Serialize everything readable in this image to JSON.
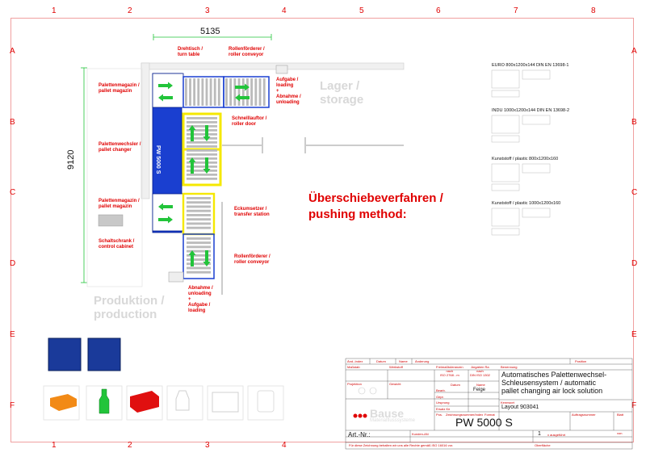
{
  "frame": {
    "columns": [
      "1",
      "2",
      "3",
      "4",
      "5",
      "6",
      "7",
      "8"
    ],
    "rows": [
      "A",
      "B",
      "C",
      "D",
      "E",
      "F"
    ]
  },
  "dimensions": {
    "width": "5135",
    "height": "9120"
  },
  "labels": {
    "turn_table": "Drehtisch /\nturn table",
    "roller_conveyor_top": "Rollenförderer /\nroller conveyor",
    "loading_unloading_top": "Aufgabe /\nloading\n+\nAbnahme /\nunloading",
    "storage": "Lager /\nstorage",
    "pallet_magazin_top": "Palettenmagazin /\npallet magazin",
    "roller_door": "Schnelllauftor /\nroller door",
    "pallet_changer": "Palettenwechsler /\npallet changer",
    "pallet_magazin_bottom": "Palettenmagazin /\npallet magazin",
    "transfer_station": "Eckumsetzer /\ntransfer station",
    "control_cabinet": "Schaltschrank /\ncontrol cabinet",
    "roller_conveyor_bottom": "Rollenförderer /\nroller conveyor",
    "unloading_loading_bottom": "Abnahme /\nunloading\n+\nAufgabe /\nloading",
    "production": "Produktion /\nproduction",
    "machine_label": "PW 5000 S",
    "method_title": "Überschiebeverfahren /\npushing method:"
  },
  "pallets": [
    {
      "label": "EURO 800x1200x144  DIN EN 13698-1"
    },
    {
      "label": "INDU 1000x1200x144  DIN EN 13698-2"
    },
    {
      "label": "Kunststoff / plastic 800x1200x160"
    },
    {
      "label": "Kunststoff / plastic 1000x1200x160"
    }
  ],
  "title_block": {
    "header_cells": [
      "Änd.-Index",
      "Datum",
      "Name",
      "Änderung",
      "Position"
    ],
    "row2": [
      "Maßstab",
      "Werkstoff",
      "Freimaßtoleranzen\nnach\nISO 2768 - m",
      "Angaben Ra\nnach\nDIN ISO 1302",
      "Benennung"
    ],
    "projection": "Projektion",
    "weight": "Gewicht",
    "date": "Datum",
    "name": "Name",
    "drawn": "Bearb.",
    "checked": "Gepr.",
    "drawn_by": "Feige",
    "origin": "Ursprung",
    "replaces": "Ersatz für",
    "pos": "Pos.",
    "drawing_number": "Zeichnungsnummer/Index",
    "format": "Format",
    "order_number": "Auftragsnummer",
    "sheet": "Blatt",
    "of": "von",
    "title_text": "Automatisches Palettenwechsel-\nSchleusensystem / automatic\npallet changing air lock solution",
    "keyword": "Kennwort",
    "layout": "Layout 903041",
    "product": "PW 5000 S",
    "article_label": "Art.-Nr.:",
    "customer": "Kunden-AN",
    "quantity": "1",
    "executed": "x ausgeführt",
    "surface": "Oberfläche",
    "rights": "Für diese Zeichnung behalten wir uns alle Rechte gemäß ISO 16016 vor.",
    "company": "Bause",
    "company_sub": "Materialflusssysteme"
  },
  "colors": {
    "frame_red": "#e00000",
    "machine_blue": "#1a3fd0",
    "arrow_green": "#22c43a",
    "rail_yellow": "#f5e800"
  }
}
